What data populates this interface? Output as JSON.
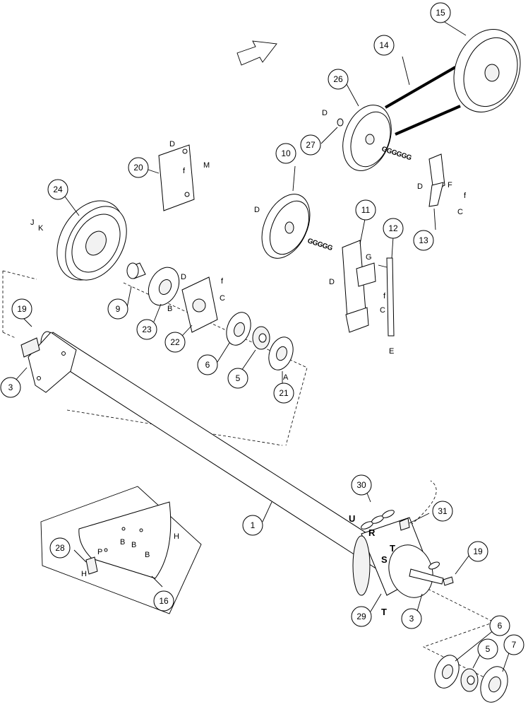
{
  "callouts": [
    "1",
    "3",
    "3",
    "5",
    "5",
    "6",
    "6",
    "7",
    "9",
    "10",
    "11",
    "12",
    "13",
    "14",
    "15",
    "16",
    "19",
    "19",
    "20",
    "21",
    "22",
    "23",
    "24",
    "26",
    "27",
    "28",
    "29",
    "30",
    "31"
  ],
  "letters": [
    "A",
    "B",
    "B",
    "B",
    "B",
    "C",
    "C",
    "C",
    "D",
    "D",
    "D",
    "D",
    "D",
    "D",
    "E",
    "F",
    "f",
    "f",
    "f",
    "f",
    "G",
    "G",
    "H",
    "H",
    "J",
    "K",
    "M",
    "P",
    "R",
    "S",
    "T",
    "T",
    "U"
  ],
  "chain_labels": {
    "upper": "GGGGGG",
    "lower": "GGGGG"
  }
}
